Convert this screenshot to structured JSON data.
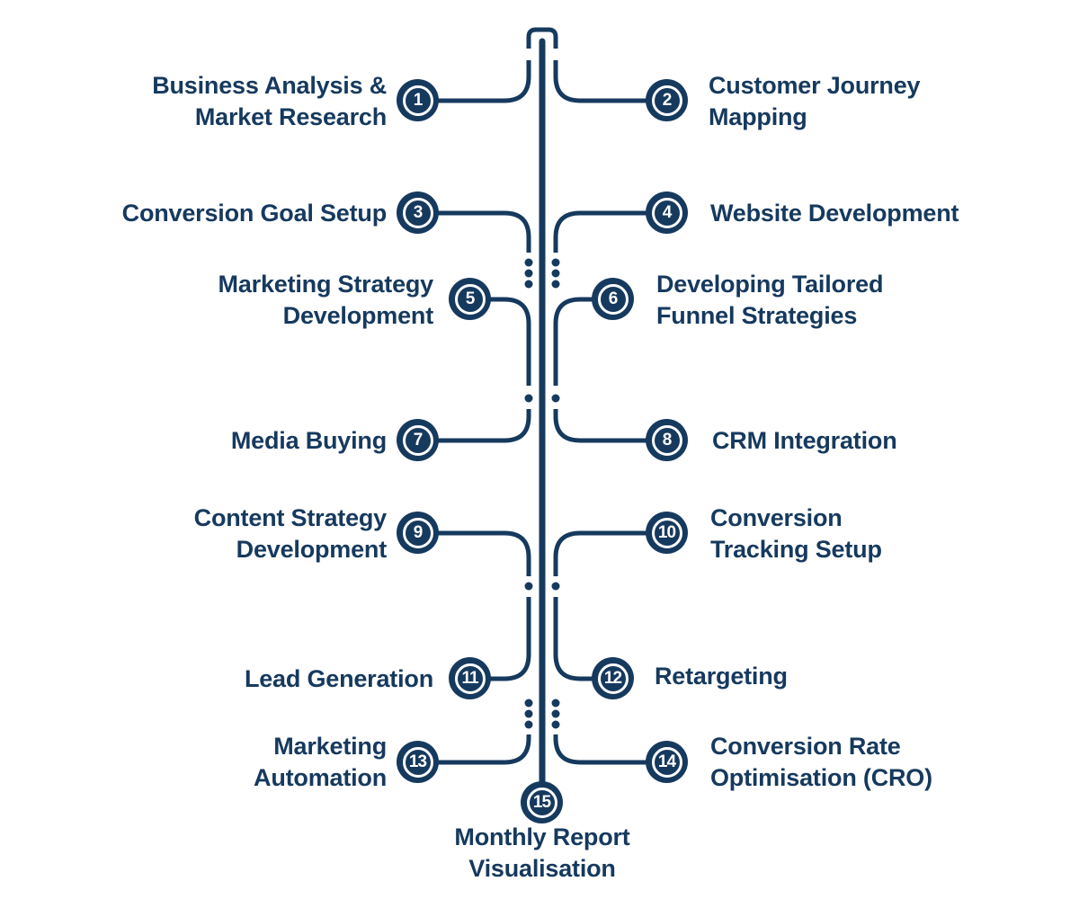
{
  "diagram_type": "vertical-timeline",
  "colors": {
    "primary": "#16395e",
    "background": "#ffffff",
    "marker_text": "#ffffff"
  },
  "steps": [
    {
      "number": "1",
      "side": "left",
      "label": "Business Analysis &\nMarket Research"
    },
    {
      "number": "2",
      "side": "right",
      "label": "Customer Journey\nMapping"
    },
    {
      "number": "3",
      "side": "left",
      "label": "Conversion Goal Setup"
    },
    {
      "number": "4",
      "side": "right",
      "label": "Website Development"
    },
    {
      "number": "5",
      "side": "left",
      "label": "Marketing Strategy\nDevelopment"
    },
    {
      "number": "6",
      "side": "right",
      "label": "Developing Tailored\nFunnel Strategies"
    },
    {
      "number": "7",
      "side": "left",
      "label": "Media Buying"
    },
    {
      "number": "8",
      "side": "right",
      "label": "CRM Integration"
    },
    {
      "number": "9",
      "side": "left",
      "label": "Content Strategy\nDevelopment"
    },
    {
      "number": "10",
      "side": "right",
      "label": "Conversion\nTracking Setup"
    },
    {
      "number": "11",
      "side": "left",
      "label": "Lead Generation"
    },
    {
      "number": "12",
      "side": "right",
      "label": "Retargeting"
    },
    {
      "number": "13",
      "side": "left",
      "label": "Marketing\nAutomation"
    },
    {
      "number": "14",
      "side": "right",
      "label": "Conversion Rate\nOptimisation (CRO)"
    },
    {
      "number": "15",
      "side": "bottom",
      "label": "Monthly Report\nVisualisation"
    }
  ]
}
